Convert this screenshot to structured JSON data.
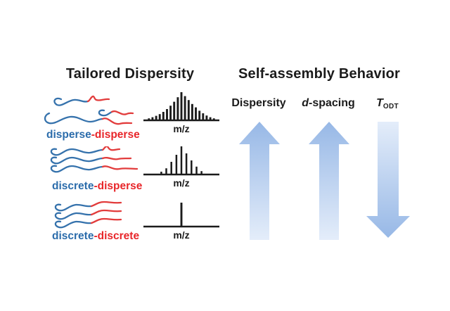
{
  "figure": {
    "left": {
      "title": "Tailored Dispersity",
      "rows": [
        {
          "name": "disperse-disperse",
          "label_parts": [
            {
              "text": "disperse",
              "color": "blue"
            },
            {
              "text": "-disperse",
              "color": "red"
            }
          ],
          "spectrum": {
            "type": "mass-spectrum",
            "xlabel": "m/z",
            "relative_peaks": [
              0.07,
              0.11,
              0.16,
              0.22,
              0.3,
              0.4,
              0.52,
              0.66,
              0.82,
              1.0,
              0.86,
              0.72,
              0.58,
              0.46,
              0.34,
              0.25,
              0.17,
              0.11,
              0.07
            ]
          }
        },
        {
          "name": "discrete-disperse",
          "label_parts": [
            {
              "text": "discrete",
              "color": "blue"
            },
            {
              "text": "-disperse",
              "color": "red"
            }
          ],
          "spectrum": {
            "type": "mass-spectrum",
            "xlabel": "m/z",
            "relative_peaks": [
              0.1,
              0.22,
              0.45,
              0.7,
              1.0,
              0.75,
              0.5,
              0.28,
              0.12
            ]
          }
        },
        {
          "name": "discrete-discrete",
          "label_parts": [
            {
              "text": "discrete",
              "color": "blue"
            },
            {
              "text": "-discrete",
              "color": "red"
            }
          ],
          "spectrum": {
            "type": "mass-spectrum",
            "xlabel": "m/z",
            "relative_peaks": [
              1.0
            ]
          }
        }
      ]
    },
    "right": {
      "title": "Self-assembly Behavior",
      "columns": [
        {
          "plain": "Dispersity",
          "italic": "",
          "sub": "",
          "rest": "",
          "direction": "up",
          "trend": "increases"
        },
        {
          "plain": "",
          "italic": "d",
          "sub": "",
          "rest": "-spacing",
          "direction": "up",
          "trend": "increases"
        },
        {
          "plain": "",
          "italic": "T",
          "sub": "ODT",
          "rest": "",
          "direction": "down",
          "trend": "decreases"
        }
      ]
    }
  },
  "colors": {
    "ink": "#1b1b1b",
    "blue_text": "#2b6cab",
    "red_text": "#e8262a",
    "chain_blue": "#3572ac",
    "chain_red": "#e23c3c",
    "arrow_dark": "#97b8e6",
    "arrow_light": "#e4edfa"
  }
}
